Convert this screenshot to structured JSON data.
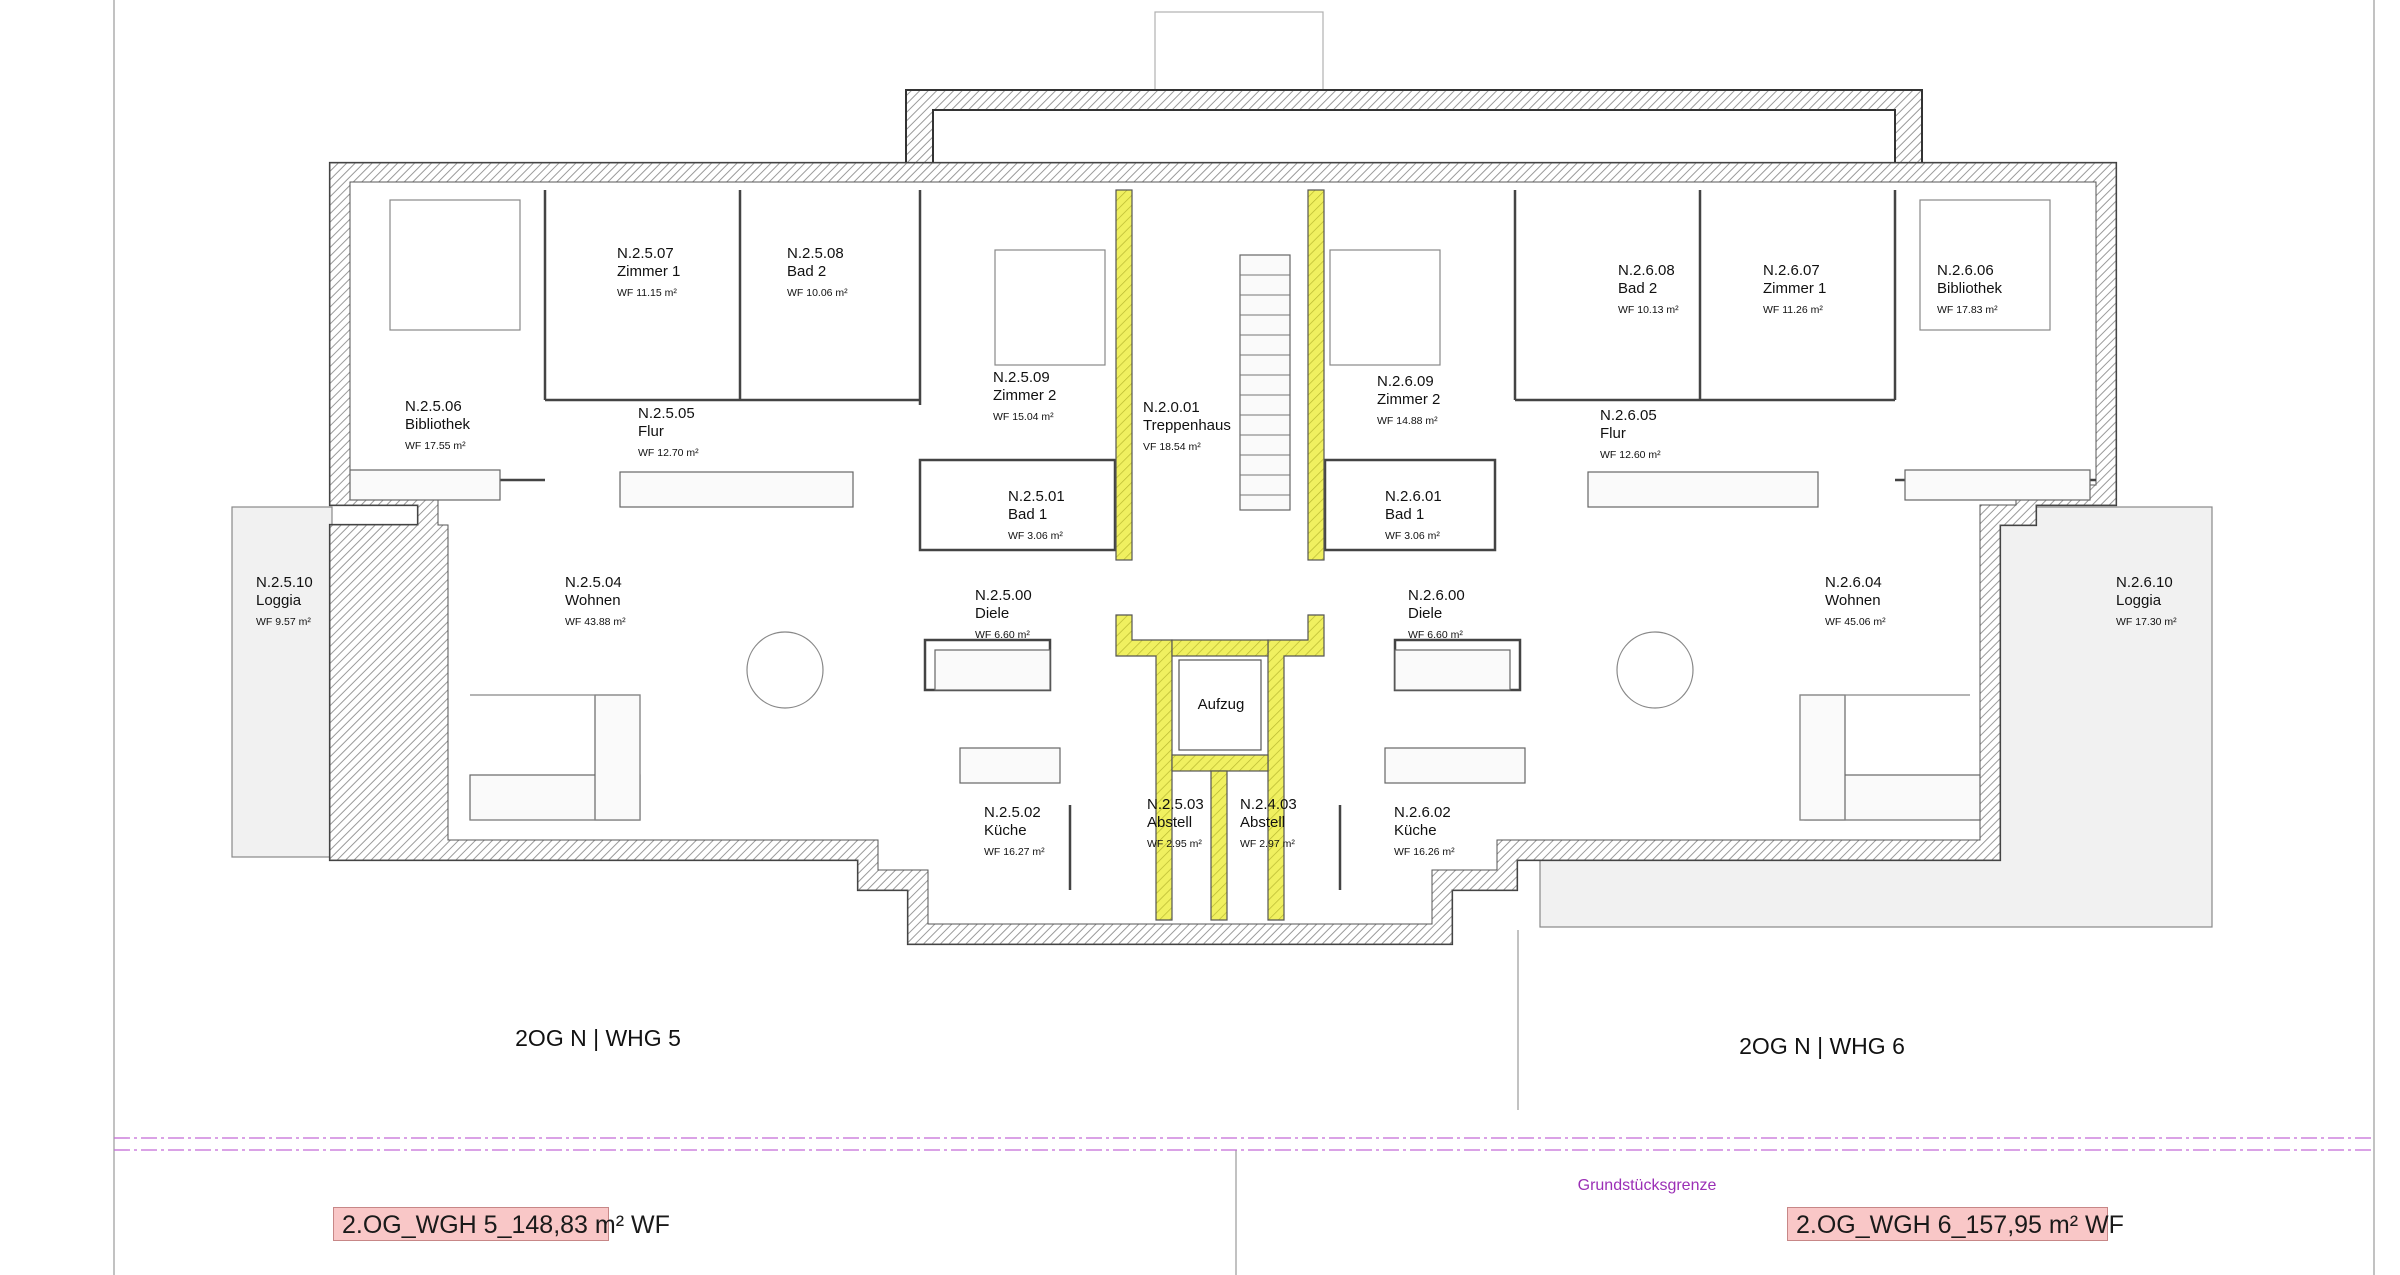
{
  "colors": {
    "wall_hatch": "#bdbdbd",
    "staircase_core": "#f0f060",
    "boundary_line": "#c46ad6",
    "summary_fill": "#f9c7c7",
    "grenze_text": "#9b2fb6"
  },
  "rooms": [
    {
      "id": "N.2.5.07",
      "name": "Zimmer 1",
      "area": "WF 11.15 m²"
    },
    {
      "id": "N.2.5.08",
      "name": "Bad 2",
      "area": "WF 10.06 m²"
    },
    {
      "id": "N.2.5.06",
      "name": "Bibliothek",
      "area": "WF 17.55 m²"
    },
    {
      "id": "N.2.5.05",
      "name": "Flur",
      "area": "WF 12.70 m²"
    },
    {
      "id": "N.2.5.09",
      "name": "Zimmer 2",
      "area": "WF 15.04 m²"
    },
    {
      "id": "N.2.0.01",
      "name": "Treppenhaus",
      "area": "VF 18.54 m²"
    },
    {
      "id": "N.2.6.09",
      "name": "Zimmer 2",
      "area": "WF 14.88 m²"
    },
    {
      "id": "N.2.6.08",
      "name": "Bad 2",
      "area": "WF 10.13 m²"
    },
    {
      "id": "N.2.6.07",
      "name": "Zimmer 1",
      "area": "WF 11.26 m²"
    },
    {
      "id": "N.2.6.06",
      "name": "Bibliothek",
      "area": "WF 17.83 m²"
    },
    {
      "id": "N.2.6.05",
      "name": "Flur",
      "area": "WF 12.60 m²"
    },
    {
      "id": "N.2.5.01",
      "name": "Bad 1",
      "area": "WF 3.06 m²"
    },
    {
      "id": "N.2.6.01",
      "name": "Bad 1",
      "area": "WF 3.06 m²"
    },
    {
      "id": "N.2.5.10",
      "name": "Loggia",
      "area": "WF 9.57 m²"
    },
    {
      "id": "N.2.5.04",
      "name": "Wohnen",
      "area": "WF 43.88 m²"
    },
    {
      "id": "N.2.5.00",
      "name": "Diele",
      "area": "WF 6.60 m²"
    },
    {
      "id": "N.2.6.00",
      "name": "Diele",
      "area": "WF 6.60 m²"
    },
    {
      "id": "N.2.6.04",
      "name": "Wohnen",
      "area": "WF 45.06 m²"
    },
    {
      "id": "N.2.6.10",
      "name": "Loggia",
      "area": "WF 17.30 m²"
    },
    {
      "id": "N.2.5.02",
      "name": "Küche",
      "area": "WF 16.27 m²"
    },
    {
      "id": "N.2.5.03",
      "name": "Abstell",
      "area": "WF 2.95 m²"
    },
    {
      "id": "N.2.4.03",
      "name": "Abstell",
      "area": "WF 2.97 m²"
    },
    {
      "id": "N.2.6.02",
      "name": "Küche",
      "area": "WF 16.26 m²"
    }
  ],
  "elevator_label": "Aufzug",
  "unit_titles": {
    "left": "2OG N | WHG 5",
    "right": "2OG N | WHG 6"
  },
  "boundary_label": "Grundstücksgrenze",
  "summaries": {
    "left": "2.OG_WGH 5_148,83 m² WF",
    "right": "2.OG_WGH 6_157,95 m² WF"
  }
}
